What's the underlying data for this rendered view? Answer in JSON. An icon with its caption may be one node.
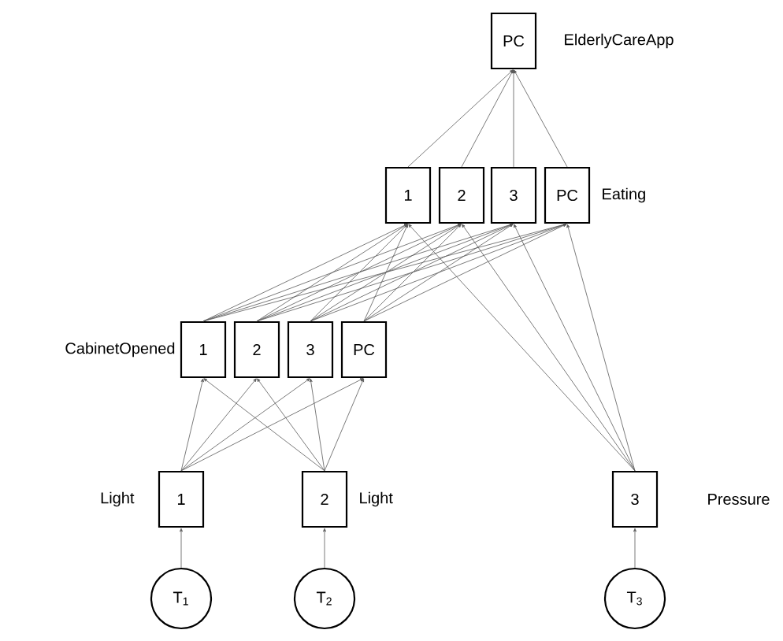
{
  "diagram": {
    "nodes": [
      {
        "text": [
          "PC"
        ],
        "beside": [
          "ElderlyCareApp"
        ]
      },
      {
        "text": [
          "1"
        ]
      },
      {
        "text": [
          "2"
        ]
      },
      {
        "text": [
          "3"
        ]
      },
      {
        "text": [
          "PC"
        ],
        "beside": [
          "Eating"
        ]
      },
      {
        "text": [
          "1"
        ],
        "beside": [
          "CabinetOpened"
        ]
      },
      {
        "text": [
          "2"
        ]
      },
      {
        "text": [
          "3"
        ]
      },
      {
        "text": [
          "PC"
        ]
      },
      {
        "text": [
          "1"
        ],
        "beside": [
          "Light"
        ]
      },
      {
        "text": [
          "2"
        ],
        "beside": [
          "Light"
        ]
      },
      {
        "text": [
          "3"
        ],
        "beside": [
          "Pressure"
        ]
      },
      {
        "text": [
          "T$_{1}$"
        ]
      },
      {
        "text": [
          "T$_{2}$"
        ]
      },
      {
        "text": [
          "T$_{3}$"
        ]
      }
    ],
    "edges": [
      {
        "from": 12,
        "to": 9,
        "arrow": "to"
      },
      {
        "from": 13,
        "to": 10,
        "arrow": "to"
      },
      {
        "from": 14,
        "to": 11,
        "arrow": "to"
      },
      {
        "from": 9,
        "to": 5,
        "arrow": "to"
      },
      {
        "from": 9,
        "to": 6,
        "arrow": "to"
      },
      {
        "from": 9,
        "to": 7,
        "arrow": "to"
      },
      {
        "from": 9,
        "to": 8,
        "arrow": "to"
      },
      {
        "from": 10,
        "to": 5,
        "arrow": "to"
      },
      {
        "from": 10,
        "to": 6,
        "arrow": "to"
      },
      {
        "from": 10,
        "to": 7,
        "arrow": "to"
      },
      {
        "from": 10,
        "to": 8,
        "arrow": "to"
      },
      {
        "from": 5,
        "to": 1,
        "arrow": "to"
      },
      {
        "from": 5,
        "to": 2,
        "arrow": "to"
      },
      {
        "from": 5,
        "to": 3,
        "arrow": "to"
      },
      {
        "from": 5,
        "to": 4,
        "arrow": "to"
      },
      {
        "from": 6,
        "to": 1,
        "arrow": "to"
      },
      {
        "from": 6,
        "to": 2,
        "arrow": "to"
      },
      {
        "from": 6,
        "to": 3,
        "arrow": "to"
      },
      {
        "from": 6,
        "to": 4,
        "arrow": "to"
      },
      {
        "from": 7,
        "to": 1,
        "arrow": "to"
      },
      {
        "from": 7,
        "to": 2,
        "arrow": "to"
      },
      {
        "from": 7,
        "to": 3,
        "arrow": "to"
      },
      {
        "from": 7,
        "to": 4,
        "arrow": "to"
      },
      {
        "from": 8,
        "to": 1,
        "arrow": "to"
      },
      {
        "from": 8,
        "to": 2,
        "arrow": "to"
      },
      {
        "from": 8,
        "to": 3,
        "arrow": "to"
      },
      {
        "from": 8,
        "to": 4,
        "arrow": "to"
      },
      {
        "from": 11,
        "to": 1,
        "arrow": "to"
      },
      {
        "from": 11,
        "to": 2,
        "arrow": "to"
      },
      {
        "from": 11,
        "to": 3,
        "arrow": "to"
      },
      {
        "from": 11,
        "to": 4,
        "arrow": "to"
      },
      {
        "from": 1,
        "to": 0,
        "arrow": "to"
      },
      {
        "from": 2,
        "to": 0,
        "arrow": "to"
      },
      {
        "from": 3,
        "to": 0,
        "arrow": "to"
      },
      {
        "from": 4,
        "to": 0,
        "arrow": "to"
      }
    ]
  }
}
